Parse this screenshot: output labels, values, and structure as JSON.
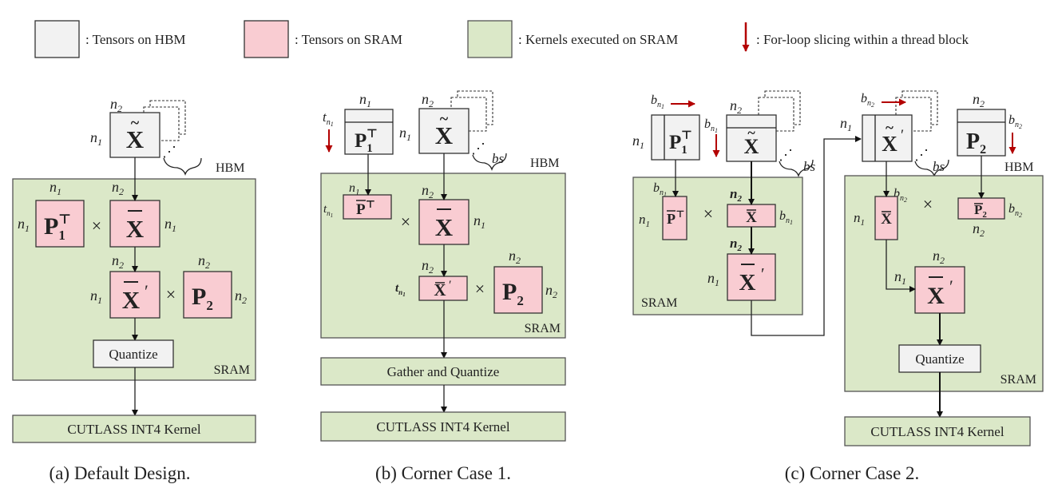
{
  "legend": {
    "hbm": ": Tensors on HBM",
    "sram": ": Tensors on SRAM",
    "kernel": ": Kernels executed on SRAM",
    "loop": ": For-loop slicing within a thread block"
  },
  "colors": {
    "hbm_fill": "#f2f2f2",
    "sram_fill": "#f9ccd2",
    "kernel_fill": "#dbe8c8",
    "loop_arrow": "#b30000"
  },
  "sym": {
    "n1": "n",
    "n1_sub": "1",
    "n2": "n",
    "n2_sub": "2",
    "bs": "bs",
    "t": "t",
    "b": "b",
    "X": "X",
    "P": "P",
    "P1_sub": "1",
    "P2_sub": "2",
    "T": "⊤",
    "tilde": "~",
    "bar": "¯",
    "prime": "′",
    "times": "×",
    "dots": "⋰"
  },
  "labels": {
    "hbm": "HBM",
    "sram": "SRAM",
    "quantize": "Quantize",
    "gather_quantize": "Gather and Quantize",
    "cutlass": "CUTLASS INT4 Kernel"
  },
  "captions": {
    "a": "(a) Default Design.",
    "b": "(b) Corner Case 1.",
    "c": "(c) Corner Case 2."
  }
}
